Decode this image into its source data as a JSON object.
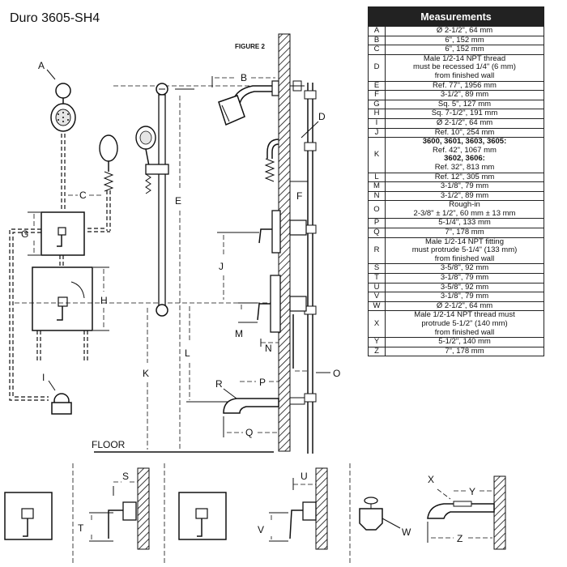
{
  "title": "Duro 3605-SH4",
  "figure_label": "FIGURE 2",
  "floor_label": "FLOOR",
  "table": {
    "header": "Measurements",
    "rows": [
      {
        "key": "A",
        "lines": [
          "Ø 2-1/2\", 64 mm"
        ]
      },
      {
        "key": "B",
        "lines": [
          "6\", 152 mm"
        ]
      },
      {
        "key": "C",
        "lines": [
          "6\", 152 mm"
        ]
      },
      {
        "key": "D",
        "lines": [
          "Male 1/2-14 NPT thread",
          "must be recessed 1/4\" (6 mm)",
          "from finished wall"
        ]
      },
      {
        "key": "E",
        "lines": [
          "Ref. 77\", 1956 mm"
        ]
      },
      {
        "key": "F",
        "lines": [
          "3-1/2\", 89 mm"
        ]
      },
      {
        "key": "G",
        "lines": [
          "Sq. 5\", 127 mm"
        ]
      },
      {
        "key": "H",
        "lines": [
          "Sq. 7-1/2\", 191 mm"
        ]
      },
      {
        "key": "I",
        "lines": [
          "Ø 2-1/2\", 64 mm"
        ]
      },
      {
        "key": "J",
        "lines": [
          "Ref. 10\", 254 mm"
        ]
      },
      {
        "key": "K",
        "lines": [
          "3600, 3601, 3603, 3605:",
          "Ref. 42\", 1067 mm",
          "3602, 3606:",
          "Ref. 32\", 813 mm"
        ]
      },
      {
        "key": "L",
        "lines": [
          "Ref. 12\", 305 mm"
        ]
      },
      {
        "key": "M",
        "lines": [
          "3-1/8\", 79 mm"
        ]
      },
      {
        "key": "N",
        "lines": [
          "3-1/2\", 89 mm"
        ]
      },
      {
        "key": "O",
        "lines": [
          "Rough-in",
          "2-3/8\" ± 1/2\", 60 mm ± 13 mm"
        ]
      },
      {
        "key": "P",
        "lines": [
          "5-1/4\", 133 mm"
        ]
      },
      {
        "key": "Q",
        "lines": [
          "7\", 178 mm"
        ]
      },
      {
        "key": "R",
        "lines": [
          "Male 1/2-14 NPT fitting",
          "must protrude 5-1/4\" (133 mm)",
          "from finished wall"
        ]
      },
      {
        "key": "S",
        "lines": [
          "3-5/8\", 92 mm"
        ]
      },
      {
        "key": "T",
        "lines": [
          "3-1/8\", 79 mm"
        ]
      },
      {
        "key": "U",
        "lines": [
          "3-5/8\", 92 mm"
        ]
      },
      {
        "key": "V",
        "lines": [
          "3-1/8\", 79 mm"
        ]
      },
      {
        "key": "W",
        "lines": [
          "Ø 2-1/2\", 64 mm"
        ]
      },
      {
        "key": "X",
        "lines": [
          "Male 1/2-14 NPT thread must",
          "protrude 5-1/2\" (140 mm)",
          "from finished wall"
        ]
      },
      {
        "key": "Y",
        "lines": [
          "5-1/2\", 140 mm"
        ]
      },
      {
        "key": "Z",
        "lines": [
          "7\", 178 mm"
        ]
      }
    ]
  },
  "labels": {
    "A": "A",
    "B": "B",
    "C": "C",
    "D": "D",
    "E": "E",
    "F": "F",
    "G": "G",
    "H": "H",
    "I": "I",
    "J": "J",
    "K": "K",
    "L": "L",
    "M": "M",
    "N": "N",
    "O": "O",
    "P": "P",
    "Q": "Q",
    "R": "R",
    "S": "S",
    "T": "T",
    "U": "U",
    "V": "V",
    "W": "W",
    "X": "X",
    "Y": "Y",
    "Z": "Z"
  }
}
